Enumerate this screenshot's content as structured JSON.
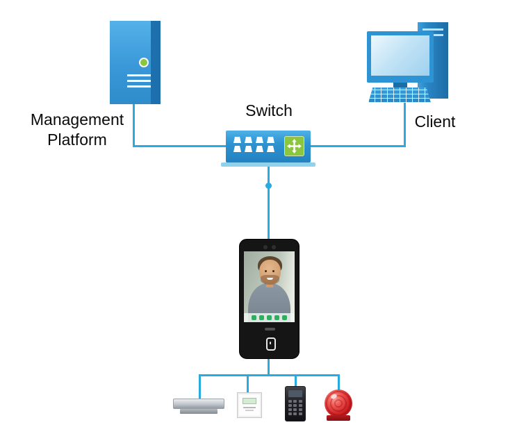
{
  "diagram": {
    "type": "network-topology",
    "labels": {
      "management_platform": [
        "Management",
        "Platform"
      ],
      "switch": "Switch",
      "client": "Client"
    },
    "colors": {
      "connector_blue": "#29ABE2",
      "device_blue": "#3FA9F5",
      "device_blue_dark": "#1B6FA8",
      "accent_green": "#8CC63F",
      "alarm_red": "#CF1F24"
    },
    "nodes": [
      {
        "id": "management-platform",
        "kind": "server",
        "label": "Management Platform"
      },
      {
        "id": "switch",
        "kind": "network-switch",
        "label": "Switch"
      },
      {
        "id": "client",
        "kind": "desktop-computer",
        "label": "Client"
      },
      {
        "id": "access-terminal",
        "kind": "face-recognition-terminal",
        "label": ""
      },
      {
        "id": "magnetic-lock",
        "kind": "peripheral",
        "label": ""
      },
      {
        "id": "exit-button",
        "kind": "peripheral",
        "label": ""
      },
      {
        "id": "card-reader",
        "kind": "peripheral",
        "label": ""
      },
      {
        "id": "alarm-siren",
        "kind": "peripheral",
        "label": ""
      }
    ],
    "connections": [
      {
        "from": "management-platform",
        "to": "switch"
      },
      {
        "from": "client",
        "to": "switch"
      },
      {
        "from": "switch",
        "to": "access-terminal"
      },
      {
        "from": "access-terminal",
        "to": "magnetic-lock"
      },
      {
        "from": "access-terminal",
        "to": "exit-button"
      },
      {
        "from": "access-terminal",
        "to": "card-reader"
      },
      {
        "from": "access-terminal",
        "to": "alarm-siren"
      }
    ]
  }
}
